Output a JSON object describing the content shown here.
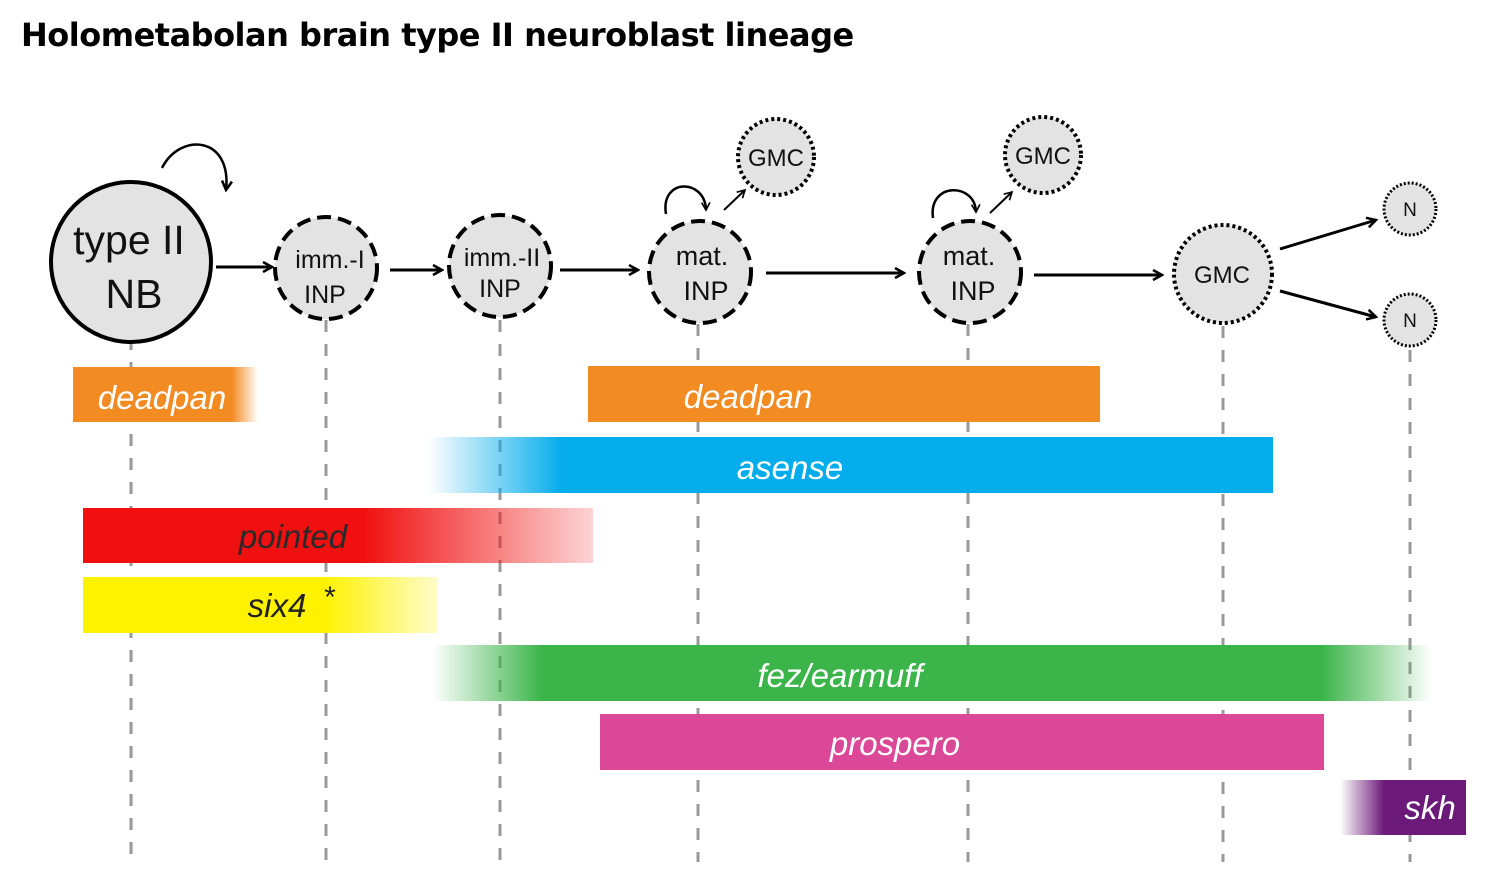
{
  "title": "Holometabolan brain type II neuroblast lineage",
  "cells": {
    "nb_line1": "type II",
    "nb_line2": "NB",
    "imm1_line1": "imm.-I",
    "imm1_line2": "INP",
    "imm2_line1": "imm.-II",
    "imm2_line2": "INP",
    "mat1_line1": "mat.",
    "mat1_line2": "INP",
    "mat2_line1": "mat.",
    "mat2_line2": "INP",
    "gmc_side1": "GMC",
    "gmc_side2": "GMC",
    "gmc_main": "GMC",
    "neuron_top": "N",
    "neuron_bottom": "N"
  },
  "genes": {
    "deadpan_early": "deadpan",
    "deadpan_late": "deadpan",
    "asense": "asense",
    "pointed": "pointed",
    "six4": "six4",
    "six4_note": "*",
    "fez": "fez/earmuff",
    "prospero": "prospero",
    "skh": "skh"
  },
  "colors": {
    "deadpan": "#F38B23",
    "asense": "#03ACEB",
    "pointed": "#F01010",
    "six4": "#FFF200",
    "fez": "#3BB54A",
    "prospero": "#DA4897",
    "skh": "#6C1A7A",
    "cell_fill": "#E3E3E3",
    "dash_line": "#999999"
  }
}
